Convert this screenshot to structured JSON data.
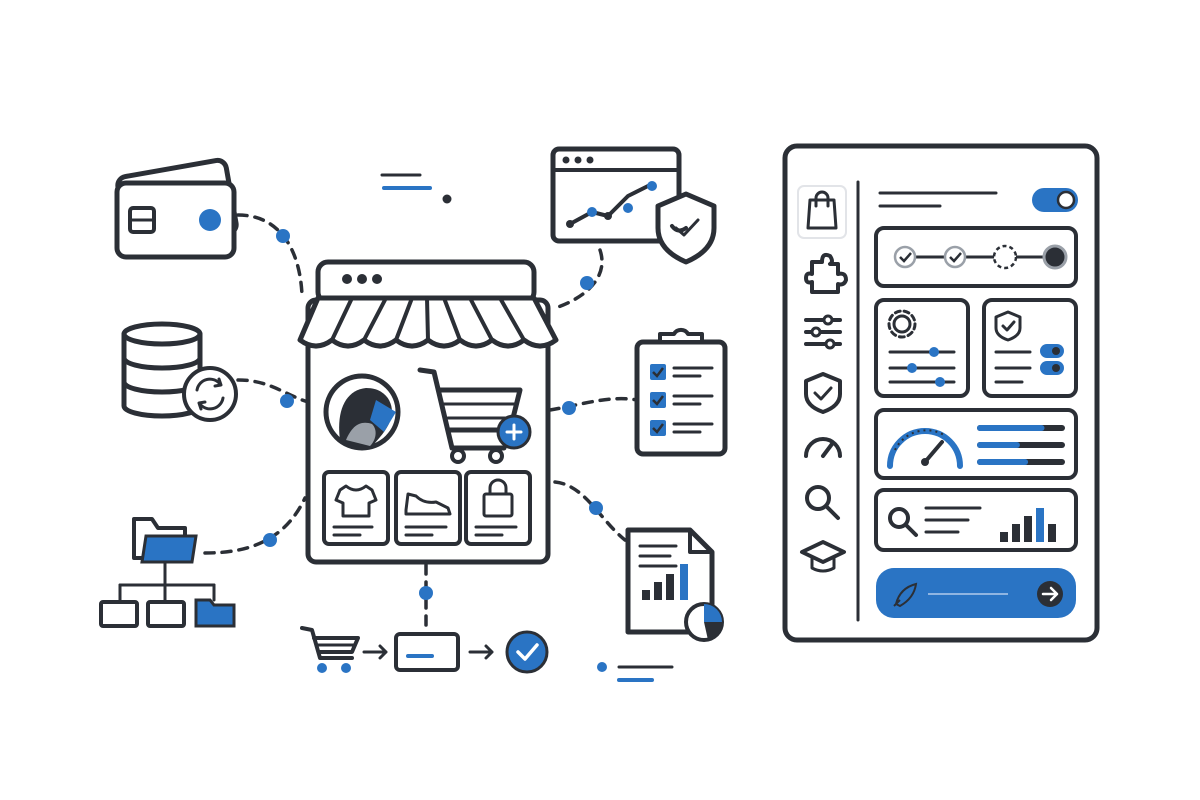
{
  "colors": {
    "accent": "#2a74c4",
    "ink": "#2b2f36",
    "background": "#ffffff"
  },
  "icons": [
    "credit-cards-icon",
    "database-sync-icon",
    "folder-tree-icon",
    "storefront-icon",
    "shopping-cart-plus-icon",
    "tshirt-icon",
    "sneaker-icon",
    "shopping-bag-icon",
    "analytics-browser-icon",
    "shield-check-icon",
    "checklist-clipboard-icon",
    "report-document-icon",
    "checkout-flow-icon",
    "rocket-icon",
    "arrow-right-icon"
  ],
  "dashboard": {
    "toggle_on": true,
    "stepper": {
      "steps_total": 4,
      "steps_completed": 2,
      "current_step": 3
    },
    "sidebar_icons": [
      "shopping-bag-icon",
      "puzzle-icon",
      "sliders-icon",
      "shield-icon",
      "speedometer-icon",
      "search-icon",
      "graduation-cap-icon"
    ],
    "gauge_level": 0.72,
    "bar_levels": [
      0.75,
      0.45,
      0.55
    ],
    "mini_chart_levels": [
      0.25,
      0.45,
      0.65,
      0.85,
      0.45
    ]
  }
}
